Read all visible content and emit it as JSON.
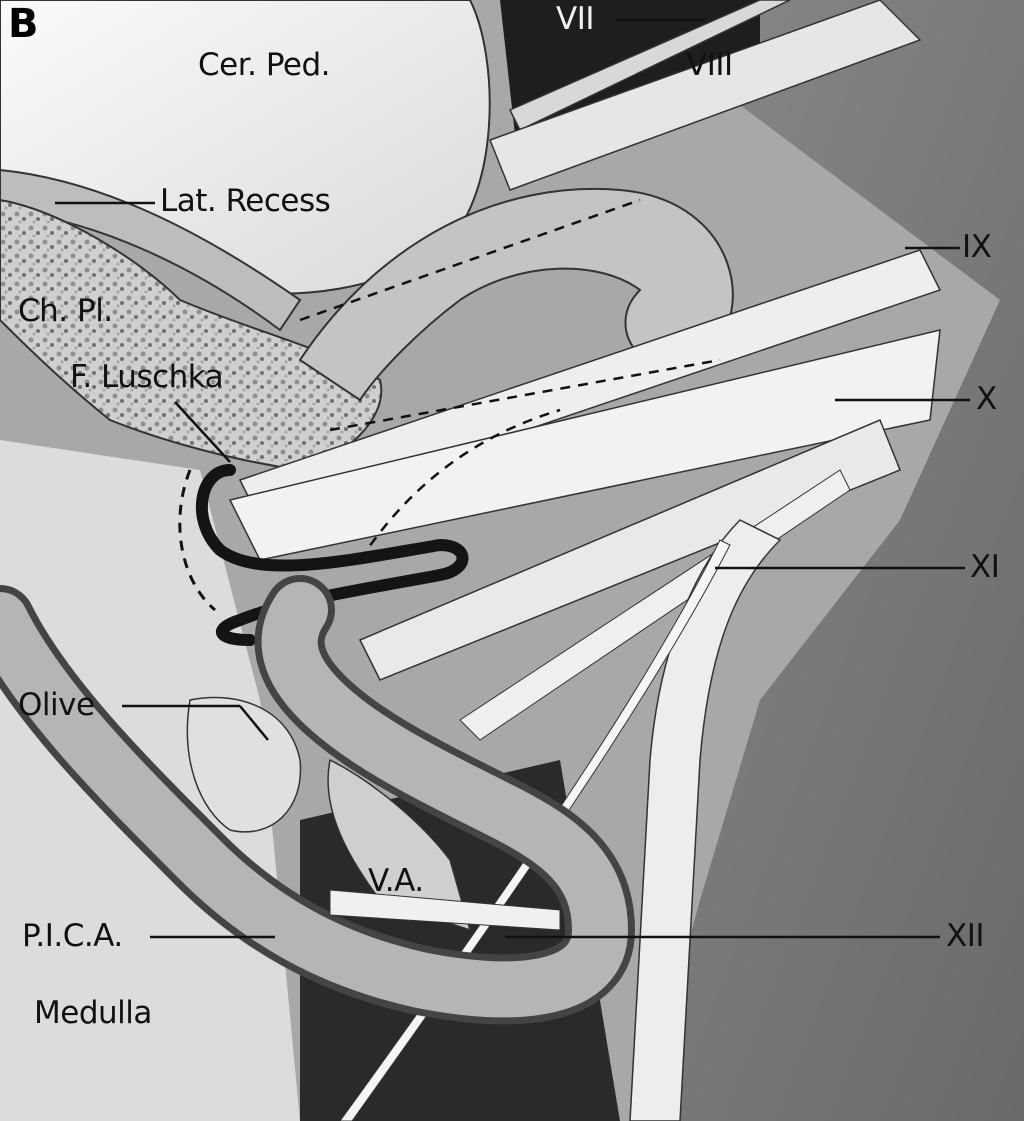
{
  "figure": {
    "panel": "B",
    "labels": {
      "cer_ped": "Cer. Ped.",
      "vii": "VII",
      "viii": "VIII",
      "lat_recess": "Lat. Recess",
      "ix": "IX",
      "ch_pl": "Ch. Pl.",
      "f_luschka": "F. Luschka",
      "x": "X",
      "xi": "XI",
      "olive": "Olive",
      "va": "V.A.",
      "pica": "P.I.C.A.",
      "xii": "XII",
      "medulla": "Medulla"
    }
  }
}
